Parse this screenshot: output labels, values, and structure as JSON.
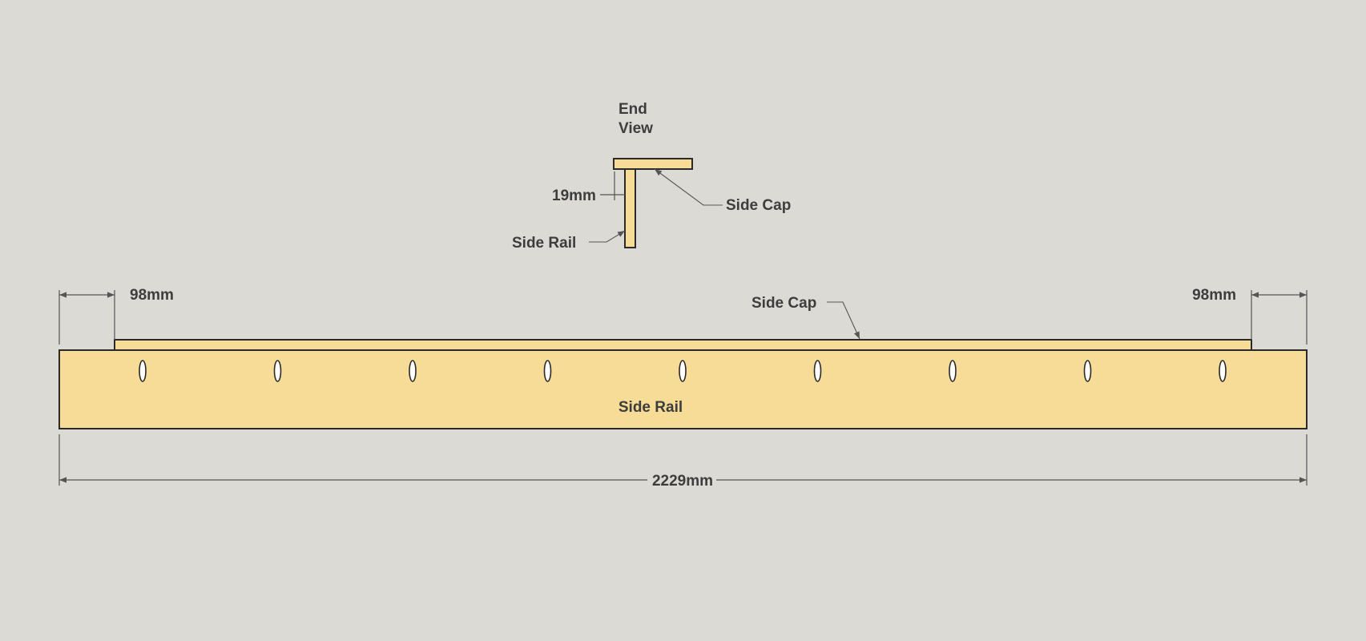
{
  "colors": {
    "background": "#dbdad5",
    "wood": "#f6dc96",
    "outline": "#2a2a2a",
    "text": "#3d3d3d"
  },
  "end_view": {
    "title_line1": "End",
    "title_line2": "View",
    "thickness_label": "19mm",
    "cap_label": "Side Cap",
    "rail_label": "Side Rail"
  },
  "side_view": {
    "cap_label": "Side Cap",
    "rail_label": "Side Rail",
    "left_offset_label": "98mm",
    "right_offset_label": "98mm",
    "overall_length_label": "2229mm",
    "hole_count": 9
  }
}
